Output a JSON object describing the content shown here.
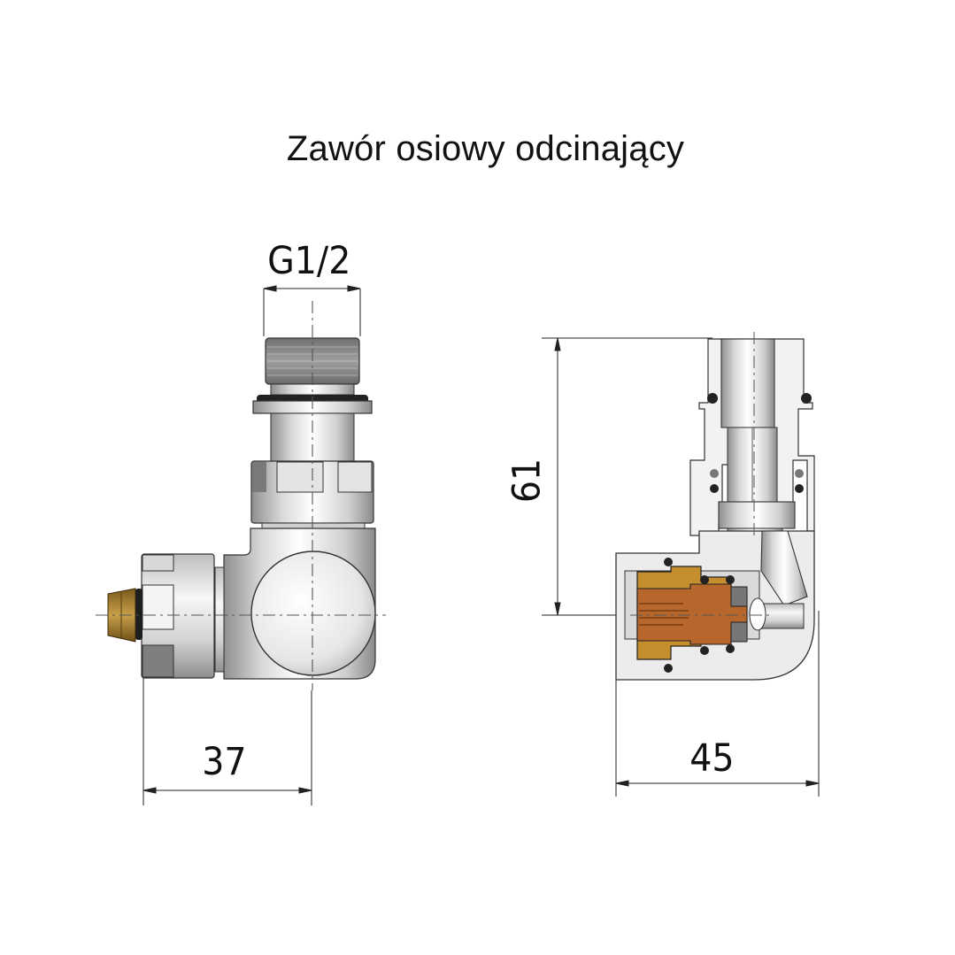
{
  "title": "Zawór osiowy odcinający",
  "dimensions": {
    "thread": "G1/2",
    "side_width": "37",
    "section_width": "45",
    "section_height": "61"
  },
  "views": {
    "left": "external-view",
    "right": "cross-section-view"
  },
  "colors": {
    "metal_light": "#eeeeee",
    "metal_dark": "#9a9a9a",
    "brass": "#c8902a",
    "copper": "#b86a2e",
    "seal": "#222222",
    "line": "#222222"
  }
}
